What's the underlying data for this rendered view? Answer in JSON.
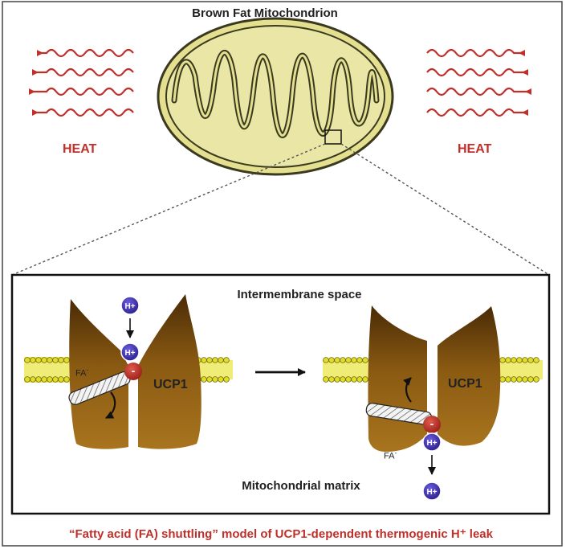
{
  "title": "Brown Fat Mitochondrion",
  "heat_left": "HEAT",
  "heat_right": "HEAT",
  "intermembrane_label": "Intermembrane space",
  "matrix_label": "Mitochondrial matrix",
  "protein_label_left": "UCP1",
  "protein_label_right": "UCP1",
  "fatty_acid_left": "FA",
  "fatty_acid_right": "FA",
  "fatty_acid_charge": "-",
  "proton_label": "H+",
  "anion_charge": "-",
  "caption": "“Fatty acid (FA) shuttling” model of UCP1-dependent thermogenic H⁺ leak",
  "colors": {
    "heat_red": "#c0302b",
    "mitochondrion_fill": "#e4e08f",
    "mitochondrion_outline": "#3a3a20",
    "protein_brown": "#8a5a12",
    "membrane_yellow": "#e8e43a",
    "proton_purple": "#3c2ea0",
    "anion_red": "#c0302b"
  }
}
